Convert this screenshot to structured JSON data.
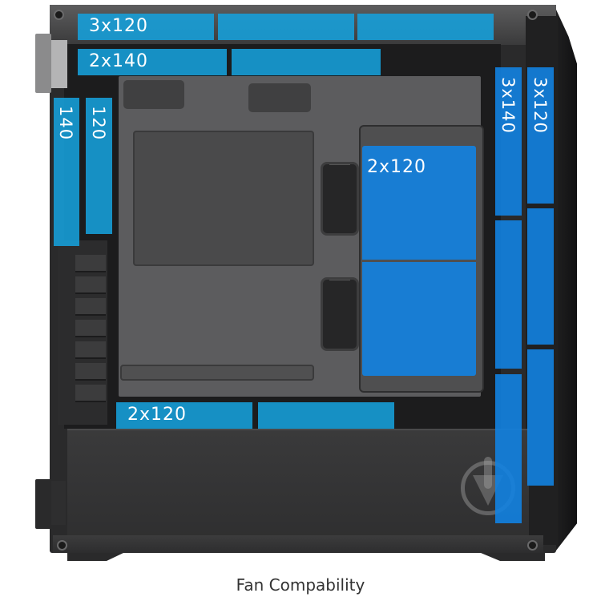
{
  "caption": "Fan Compability",
  "colors": {
    "zone_blue": "#16a0dc",
    "zone_blue_deep": "#1282e1",
    "label_text": "#ffffff",
    "caption_text": "#333333",
    "case_body": "#2a2a2b"
  },
  "zones": {
    "top_120": {
      "label": "3x120",
      "segments": 3,
      "position": "top"
    },
    "top_140": {
      "label": "2x140",
      "segments": 2,
      "position": "top"
    },
    "rear_140": {
      "label": "140",
      "segments": 1,
      "position": "rear"
    },
    "rear_120": {
      "label": "120",
      "segments": 1,
      "position": "rear"
    },
    "hdd_cage": {
      "label": "2x120",
      "segments": 2,
      "position": "side-cage"
    },
    "bottom": {
      "label": "2x120",
      "segments": 2,
      "position": "bottom"
    },
    "front_140": {
      "label": "3x140",
      "segments": 3,
      "position": "front"
    },
    "front_120": {
      "label": "3x120",
      "segments": 3,
      "position": "front"
    }
  }
}
